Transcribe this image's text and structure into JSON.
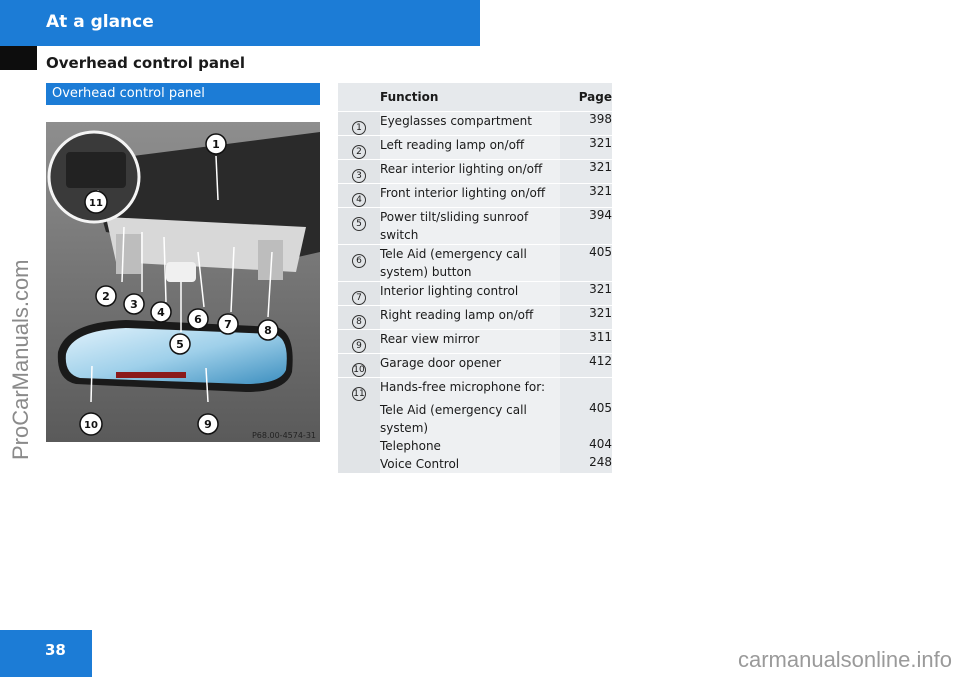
{
  "header": {
    "title": "At a glance",
    "subtitle": "Overhead control panel"
  },
  "section": {
    "title": "Overhead control panel"
  },
  "figure": {
    "code": "P68.00-4574-31",
    "callouts": [
      "1",
      "2",
      "3",
      "4",
      "5",
      "6",
      "7",
      "8",
      "9",
      "10",
      "11"
    ]
  },
  "table": {
    "headers": {
      "function": "Function",
      "page": "Page"
    },
    "rows": [
      {
        "num": "1",
        "function": "Eyeglasses compartment",
        "page": "398"
      },
      {
        "num": "2",
        "function": "Left reading lamp on/off",
        "page": "321"
      },
      {
        "num": "3",
        "function": "Rear interior lighting on/off",
        "page": "321"
      },
      {
        "num": "4",
        "function": "Front interior lighting on/off",
        "page": "321"
      },
      {
        "num": "5",
        "function": "Power tilt/sliding sunroof switch",
        "page": "394"
      },
      {
        "num": "6",
        "function": "Tele Aid (emergency call system) button",
        "page": "405"
      },
      {
        "num": "7",
        "function": "Interior lighting control",
        "page": "321"
      },
      {
        "num": "8",
        "function": "Right reading lamp on/off",
        "page": "321"
      },
      {
        "num": "9",
        "function": "Rear view mirror",
        "page": "311"
      },
      {
        "num": "10",
        "function": "Garage door opener",
        "page": "412"
      }
    ],
    "last": {
      "num": "11",
      "function": "Hands-free microphone for:",
      "subs": [
        {
          "function": "Tele Aid (emergency call system)",
          "page": "405"
        },
        {
          "function": "Telephone",
          "page": "404"
        },
        {
          "function": "Voice Control",
          "page": "248"
        }
      ]
    }
  },
  "page_number": "38",
  "watermarks": {
    "left": "ProCarManuals.com",
    "bottom": "carmanualsonline.info"
  }
}
